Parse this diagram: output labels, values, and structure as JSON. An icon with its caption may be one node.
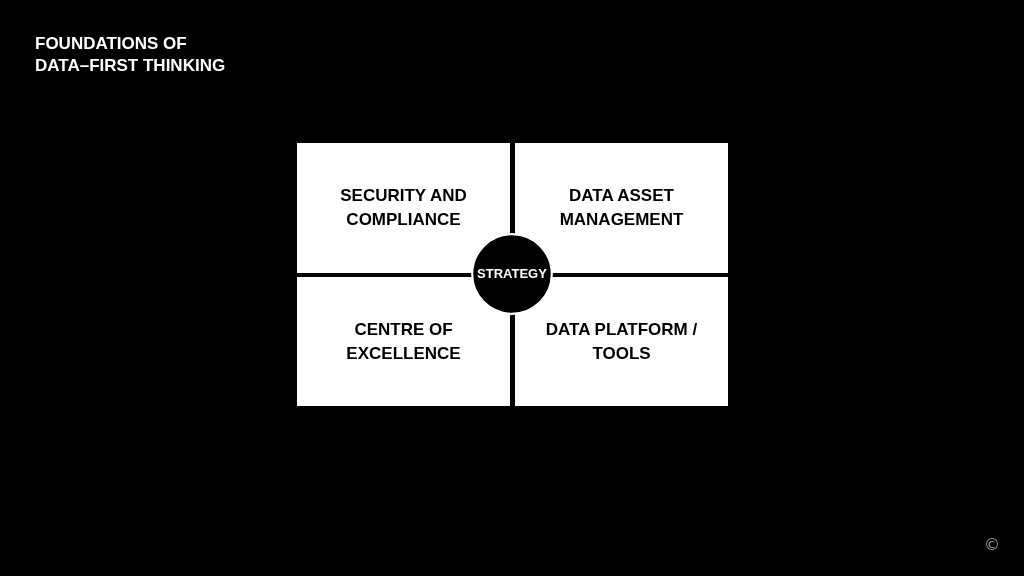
{
  "diagram": {
    "title": "FOUNDATIONS OF DATA–FIRST THINKING",
    "nodes": [
      {
        "text": [
          "SECURITY AND COMPLIANCE"
        ]
      },
      {
        "text": [
          "DATA ASSET MANAGEMENT"
        ]
      },
      {
        "text": [
          "STRATEGY"
        ]
      },
      {
        "text": [
          "CENTRE OF EXCELLENCE"
        ]
      },
      {
        "text": [
          "DATA PLATFORM / TOOLS"
        ]
      }
    ],
    "labels": [
      "©"
    ]
  }
}
